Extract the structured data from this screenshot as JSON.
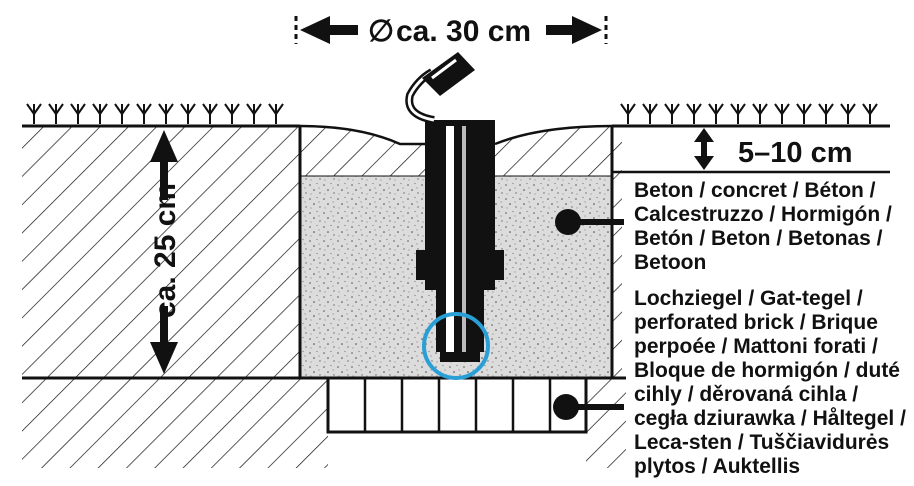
{
  "dimensions": {
    "diameter_symbol": "∅",
    "diameter": "ca. 30 cm",
    "depth": "ca. 25 cm",
    "gravel_layer": "5–10 cm"
  },
  "labels": {
    "concrete": [
      "Beton / concret / Béton /",
      "Calcestruzzo / Hormigón /",
      "Betón / Beton / Betonas /",
      "Betoon"
    ],
    "brick": [
      "Lochziegel  / Gat-tegel /",
      "perforated brick / Brique",
      "perpoée / Mattoni forati /",
      "Bloque de hormigón / duté",
      "cihly / děrovaná cihla /",
      "cegła dziurawka / Håltegel /",
      "Leca-sten / Tuščiavidurės",
      "plytos / Auktellis"
    ]
  },
  "colors": {
    "outline": "#111111",
    "highlight_circle": "#2a9fd6",
    "concrete_fill": "#d9d9d9"
  }
}
